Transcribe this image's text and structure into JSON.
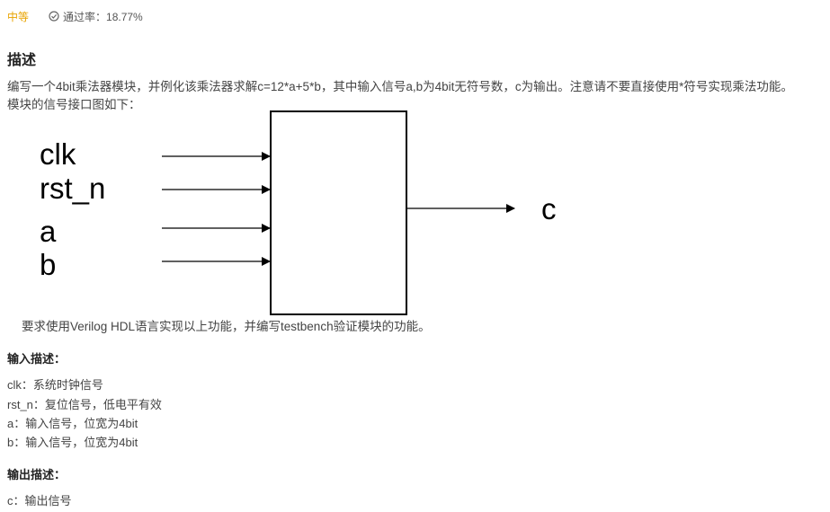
{
  "meta": {
    "difficulty": "中等",
    "pass_rate": "通过率：18.77%",
    "check_icon": "check-circle-icon"
  },
  "description": {
    "title": "描述",
    "line1": "编写一个4bit乘法器模块，并例化该乘法器求解c=12*a+5*b，其中输入信号a,b为4bit无符号数，c为输出。注意请不要直接使用*符号实现乘法功能。",
    "line2": "模块的信号接口图如下：",
    "requirement": "要求使用Verilog HDL语言实现以上功能，并编写testbench验证模块的功能。"
  },
  "diagram": {
    "inputs": [
      "clk",
      "rst_n",
      "a",
      "b"
    ],
    "output": "c"
  },
  "input_desc": {
    "title": "输入描述：",
    "lines": [
      "clk：系统时钟信号",
      "rst_n：复位信号，低电平有效",
      "a：输入信号，位宽为4bit",
      "b：输入信号，位宽为4bit"
    ]
  },
  "output_desc": {
    "title": "输出描述：",
    "lines": [
      "c：输出信号"
    ]
  }
}
